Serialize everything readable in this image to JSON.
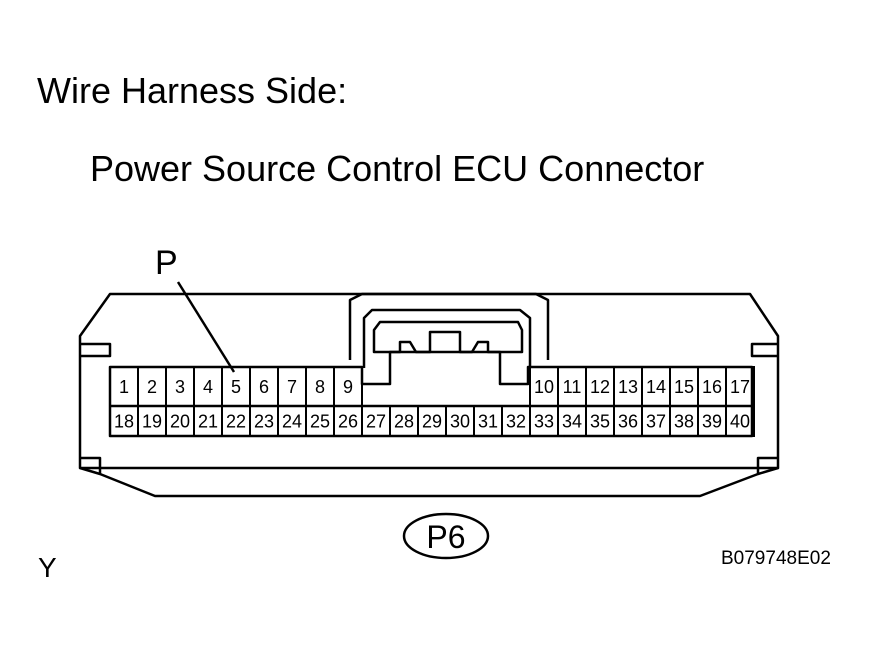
{
  "header": "Wire Harness Side:",
  "title": "Power Source Control ECU Connector",
  "pin_callout": "P",
  "connector_code": "P6",
  "corner_mark": "Y",
  "figure_id": "B079748E02",
  "top_row_left": [
    "1",
    "2",
    "3",
    "4",
    "5",
    "6",
    "7",
    "8",
    "9"
  ],
  "top_row_right": [
    "10",
    "11",
    "12",
    "13",
    "14",
    "15",
    "16",
    "17"
  ],
  "bottom_row": [
    "18",
    "19",
    "20",
    "21",
    "22",
    "23",
    "24",
    "25",
    "26",
    "27",
    "28",
    "29",
    "30",
    "31",
    "32",
    "33",
    "34",
    "35",
    "36",
    "37",
    "38",
    "39",
    "40"
  ]
}
